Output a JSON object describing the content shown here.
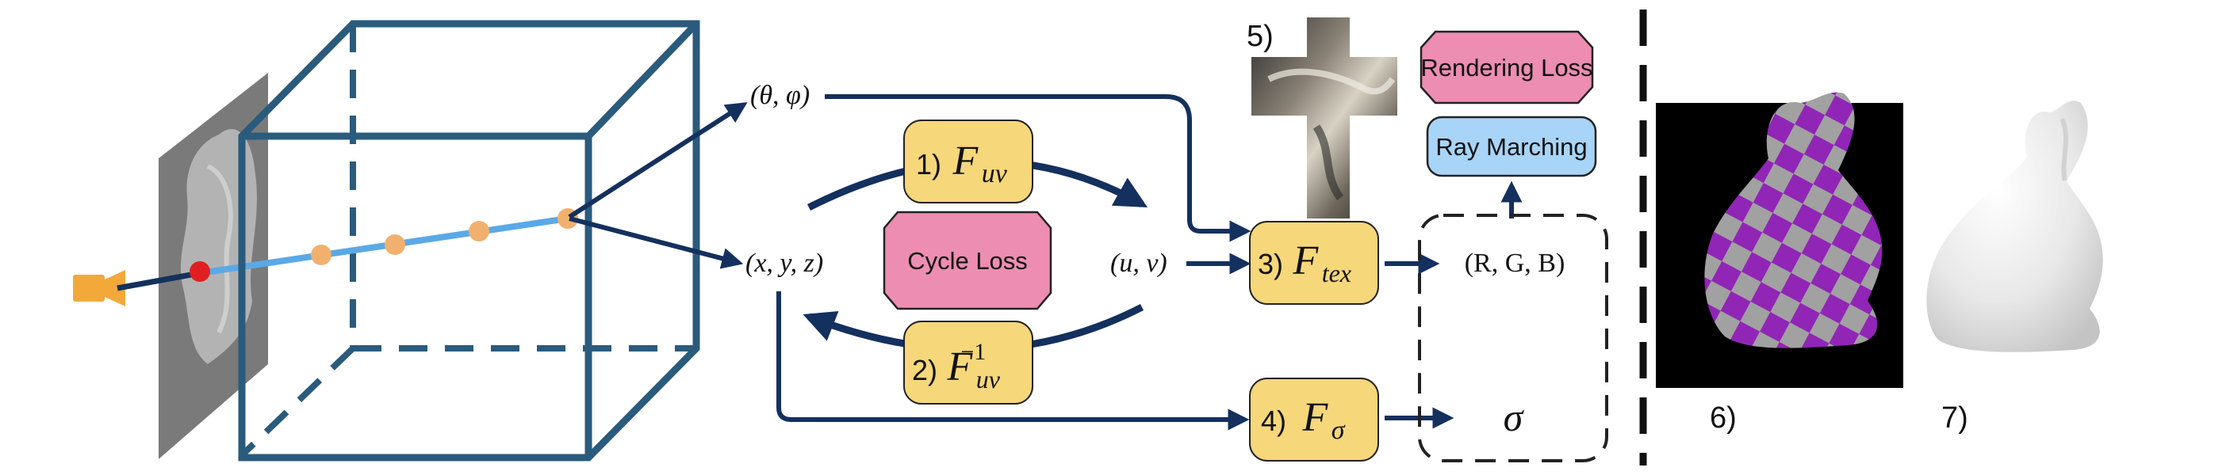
{
  "colors": {
    "navy": "#14305e",
    "cube": "#2a5b7c",
    "ray": "#5aa9e6",
    "sample_point": "#f2b06e",
    "red_point": "#e02020",
    "camera": "#f2a93a",
    "network_box": "#f6d77a",
    "loss_box": "#ec8db1",
    "marching_box": "#a8d4f7",
    "checker_purple": "#a52bd0",
    "checker_gray": "#b8b8b8"
  },
  "inputs": {
    "view_dir": "(θ, φ)",
    "position": "(x, y, z)",
    "uv": "(u, v)",
    "rgb": "(R, G, B)",
    "density": "σ"
  },
  "networks": {
    "fuv": {
      "num": "1)",
      "base": "F",
      "sub": "uv",
      "sup": ""
    },
    "fuv_inv": {
      "num": "2)",
      "base": "F",
      "sub": "uv",
      "sup": "−1"
    },
    "ftex": {
      "num": "3)",
      "base": "F",
      "sub": "tex",
      "sup": ""
    },
    "fsigma": {
      "num": "4)",
      "base": "F",
      "sub": "σ",
      "sup": ""
    }
  },
  "boxes": {
    "cycle_loss": "Cycle Loss",
    "rendering_loss": "Rendering Loss",
    "ray_marching": "Ray Marching"
  },
  "panel_labels": {
    "texture_map": "5)",
    "textured_bunny": "6)",
    "geometry_bunny": "7)"
  }
}
